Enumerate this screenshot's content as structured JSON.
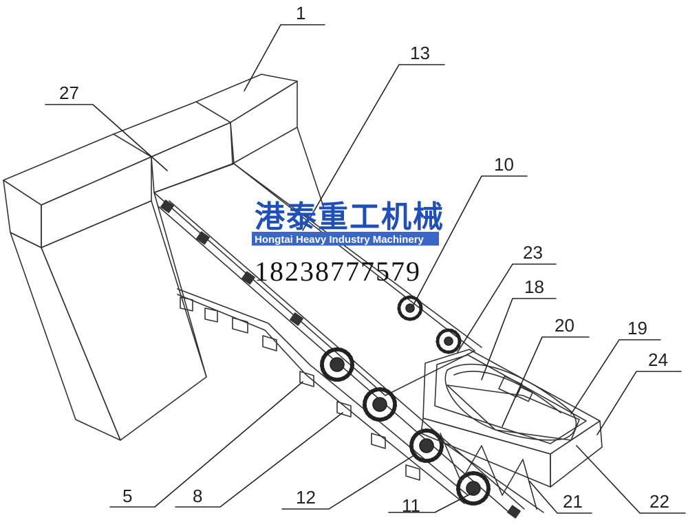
{
  "figure": {
    "callouts": [
      {
        "id": "1",
        "label": "1"
      },
      {
        "id": "13",
        "label": "13"
      },
      {
        "id": "27",
        "label": "27"
      },
      {
        "id": "10",
        "label": "10"
      },
      {
        "id": "23",
        "label": "23"
      },
      {
        "id": "18",
        "label": "18"
      },
      {
        "id": "20",
        "label": "20"
      },
      {
        "id": "19",
        "label": "19"
      },
      {
        "id": "24",
        "label": "24"
      },
      {
        "id": "5",
        "label": "5"
      },
      {
        "id": "8",
        "label": "8"
      },
      {
        "id": "12",
        "label": "12"
      },
      {
        "id": "11",
        "label": "11"
      },
      {
        "id": "21",
        "label": "21"
      },
      {
        "id": "22",
        "label": "22"
      }
    ]
  },
  "watermark": {
    "company_cn": "港泰重工机械",
    "company_en": "Hongtai Heavy Industry Machinery",
    "phone": "18238777579",
    "colors": {
      "brand_blue": "#1f4fb8",
      "banner_blue": "#3a66c8"
    }
  }
}
